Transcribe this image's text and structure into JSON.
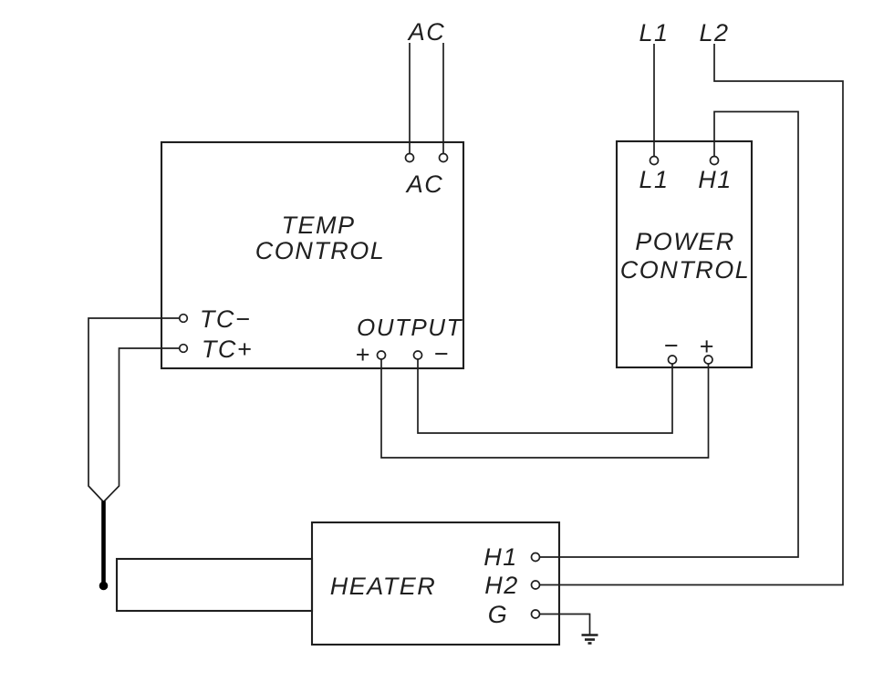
{
  "diagram": {
    "background_color": "#ffffff",
    "line_color": "#1f1f1f",
    "supply": {
      "ac_label": "AC",
      "l1_label": "L1",
      "l2_label": "L2"
    },
    "temp_control": {
      "name_line1": "TEMP",
      "name_line2": "CONTROL",
      "ac_terminal_label": "AC",
      "tc_minus_terminal_label": "TC−",
      "tc_plus_terminal_label": "TC+",
      "output_label": "OUTPUT",
      "output_plus_label": "+",
      "output_minus_label": "−"
    },
    "power_control": {
      "name_line1": "POWER",
      "name_line2": "CONTROL",
      "l1_terminal_label": "L1",
      "h1_terminal_label": "H1",
      "minus_terminal_label": "−",
      "plus_terminal_label": "+"
    },
    "heater": {
      "name": "HEATER",
      "h1_terminal_label": "H1",
      "h2_terminal_label": "H2",
      "ground_terminal_label": "G"
    }
  }
}
